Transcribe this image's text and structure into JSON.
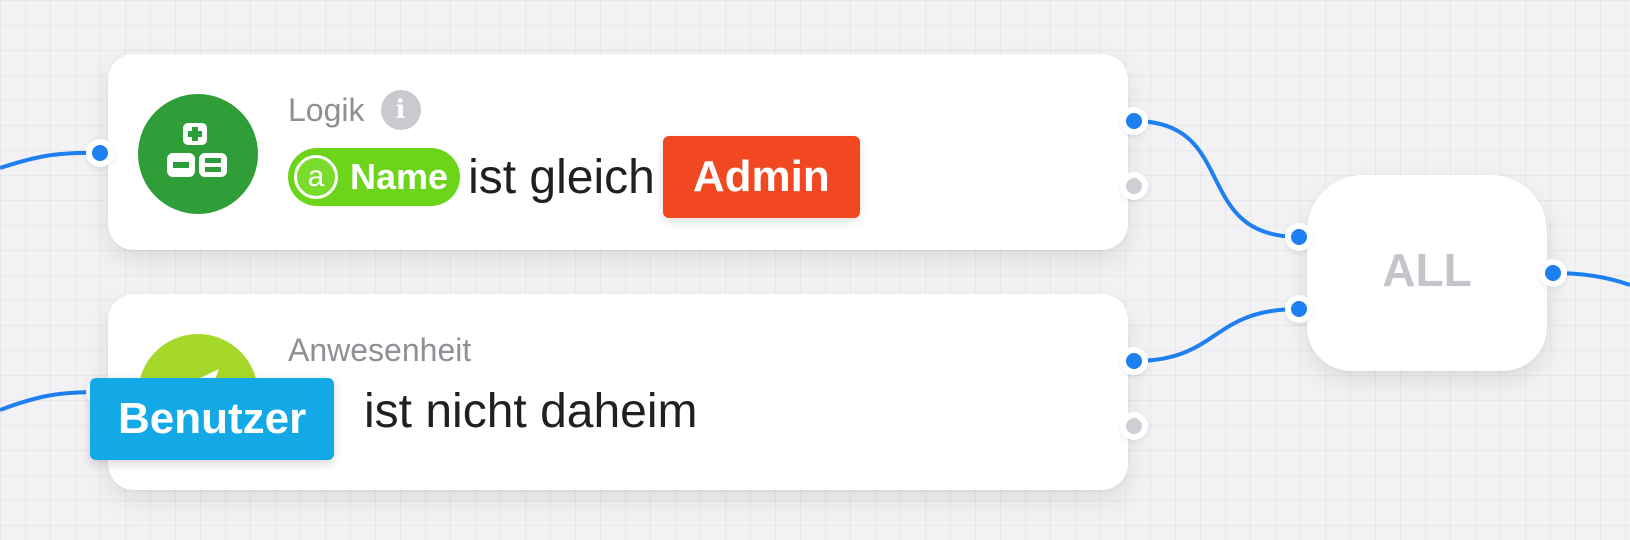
{
  "nodes": {
    "logic": {
      "title": "Logik",
      "info_icon": "i",
      "icon": "calculator-icon",
      "icon_color": "#2f9e38",
      "variable": {
        "badge": "a",
        "name": "Name",
        "color": "#6cd51a"
      },
      "operator": "ist gleich",
      "value": "Admin",
      "value_color": "#f24822"
    },
    "presence": {
      "title": "Anwesenheit",
      "icon": "presence-arrow-icon",
      "icon_color": "#a6d82a",
      "subject": "Benutzer",
      "subject_color": "#13a8e6",
      "condition": "ist nicht daheim"
    },
    "all": {
      "label": "ALL"
    }
  },
  "colors": {
    "wire": "#1d7ff0",
    "port_idle": "#cfd0d5",
    "canvas": "#f2f2f5"
  }
}
